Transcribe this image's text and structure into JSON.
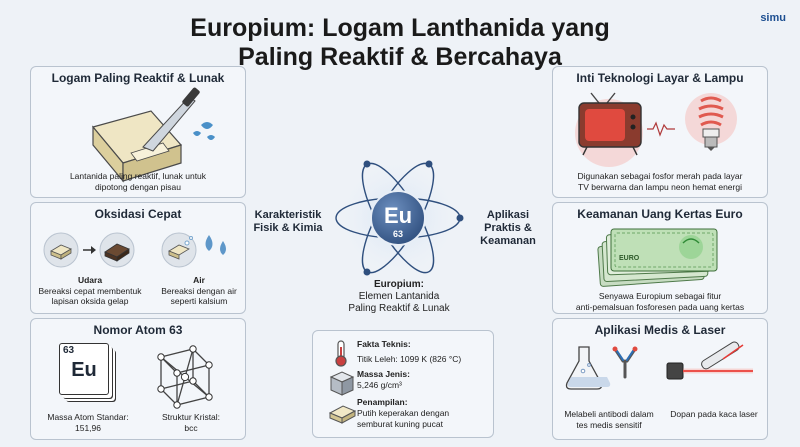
{
  "header": {
    "title_line1": "Europium: Logam Lanthanida yang",
    "title_line2": "Paling Reaktif & Bercahaya",
    "logo": "simu"
  },
  "left": {
    "card1": {
      "title": "Logam Paling Reaktif & Lunak",
      "caption_line1": "Lantanida paling reaktif, lunak untuk",
      "caption_line2": "dipotong dengan pisau"
    },
    "card2": {
      "title": "Oksidasi Cepat",
      "udara_label": "Udara",
      "udara_desc1": "Bereaksi cepat membentuk",
      "udara_desc2": "lapisan oksida gelap",
      "air_label": "Air",
      "air_desc1": "Bereaksi dengan air",
      "air_desc2": "seperti kalsium"
    },
    "card3": {
      "title": "Nomor Atom 63",
      "tile_number": "63",
      "tile_symbol": "Eu",
      "mass_label": "Massa Atom Standar:",
      "mass_value": "151,96",
      "crystal_label": "Struktur Kristal:",
      "crystal_value": "bcc"
    }
  },
  "center": {
    "left_label1": "Karakteristik",
    "left_label2": "Fisik & Kimia",
    "right_label1": "Aplikasi",
    "right_label2": "Praktis &",
    "right_label3": "Keamanan",
    "atom_symbol": "Eu",
    "atom_number": "63",
    "desc_title": "Europium:",
    "desc_line1": "Elemen Lantanida",
    "desc_line2": "Paling Reaktif & Lunak",
    "facts": {
      "title": "Fakta Teknis:",
      "melting": "Titik Leleh: 1099 K (826 °C)",
      "density_label": "Massa Jenis:",
      "density_value": "5,246 g/cm³",
      "appearance_label": "Penampilan:",
      "appearance_line1": "Putih keperakan dengan",
      "appearance_line2": "semburat kuning pucat"
    }
  },
  "right": {
    "card1": {
      "title": "Inti Teknologi Layar & Lampu",
      "caption_line1": "Digunakan sebagai fosfor merah pada layar",
      "caption_line2": "TV berwarna dan lampu neon hemat energi"
    },
    "card2": {
      "title": "Keamanan Uang Kertas Euro",
      "banknote_text": "EURO",
      "caption_line1": "Senyawa Europium sebagai fitur",
      "caption_line2": "anti-pemalsuan fosforesen pada uang kertas"
    },
    "card3": {
      "title": "Aplikasi Medis & Laser",
      "medis_line1": "Melabeli antibodi dalam",
      "medis_line2": "tes medis sensitif",
      "laser_line1": "Dopan pada kaca laser"
    }
  },
  "colors": {
    "accent_blue": "#1d4f91",
    "atom_blue": "#3b5f8f",
    "tv_red": "#d9534f",
    "laser_red": "#e53935",
    "note_green": "#6fa86a"
  }
}
